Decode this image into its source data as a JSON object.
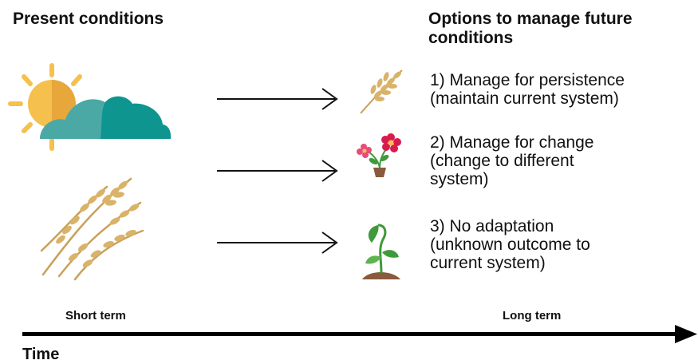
{
  "present": {
    "title": "Present conditions"
  },
  "future": {
    "title": "Options to manage future conditions"
  },
  "options": [
    {
      "line1": "1) Manage for persistence",
      "line2": "(maintain current system)",
      "line3": "",
      "icon": "wheat-icon"
    },
    {
      "line1": "2) Manage for change",
      "line2": "(change to different",
      "line3": "system)",
      "icon": "flower-pot-icon"
    },
    {
      "line1": "3) No adaptation",
      "line2": "(unknown outcome to",
      "line3": "current system)",
      "icon": "seedling-icon"
    }
  ],
  "timeline": {
    "short_term": "Short term",
    "long_term": "Long term",
    "axis_label": "Time"
  },
  "colors": {
    "sun": "#f5c04e",
    "sun_dark": "#e8a73a",
    "cloud_light": "#4aa9a4",
    "cloud_dark": "#0f9590",
    "wheat": "#d9b36a",
    "wheat_dark": "#b98a3e",
    "flower": "#d81b4f",
    "leaf": "#3f9a3b",
    "soil": "#8a5a3c"
  }
}
